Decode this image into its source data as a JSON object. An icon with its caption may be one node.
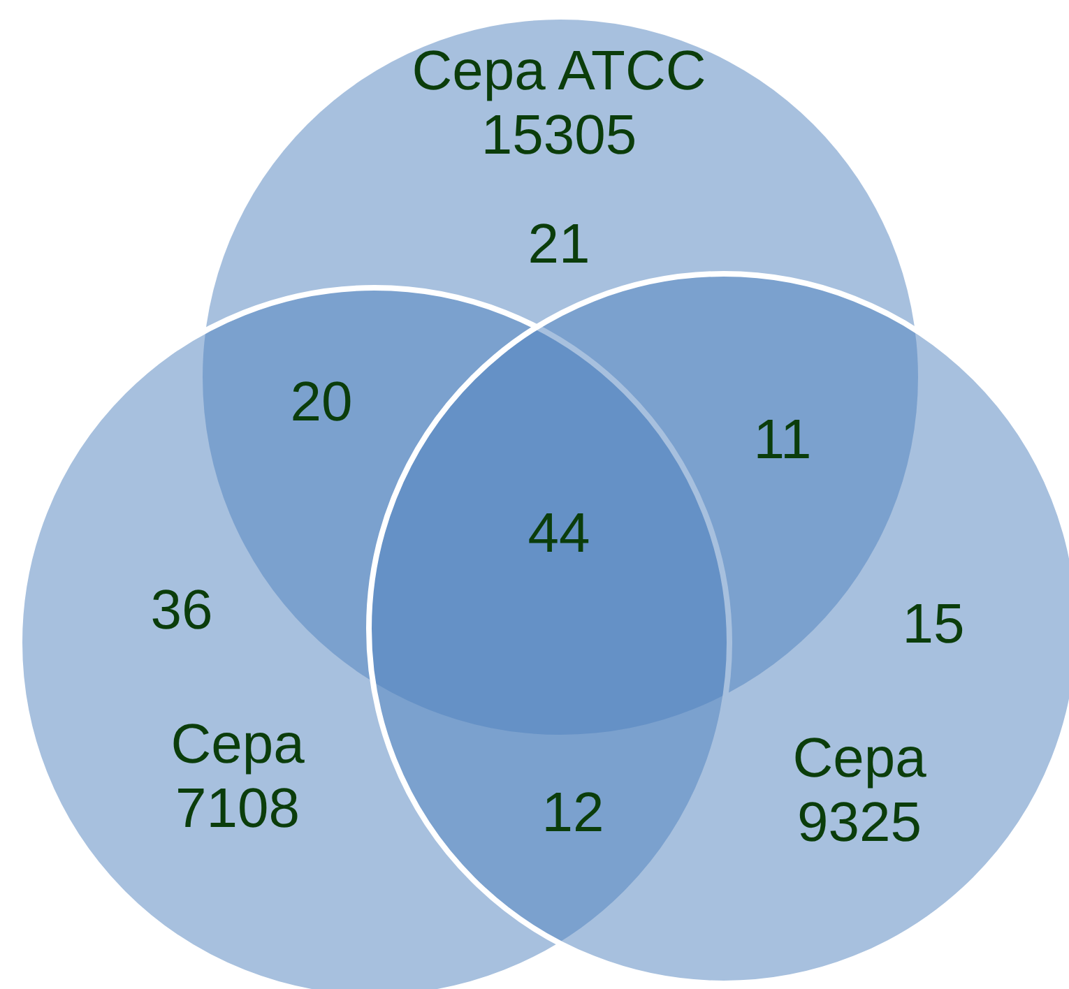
{
  "diagram": {
    "nodes": [
      {
        "text": [
          "Cepa ATCC 15305"
        ]
      },
      {
        "text": [
          "Cepa 7108"
        ]
      },
      {
        "text": [
          "Cepa 9325"
        ]
      }
    ],
    "labels": [
      "21",
      "20",
      "11",
      "44",
      "36",
      "15",
      "12"
    ]
  }
}
